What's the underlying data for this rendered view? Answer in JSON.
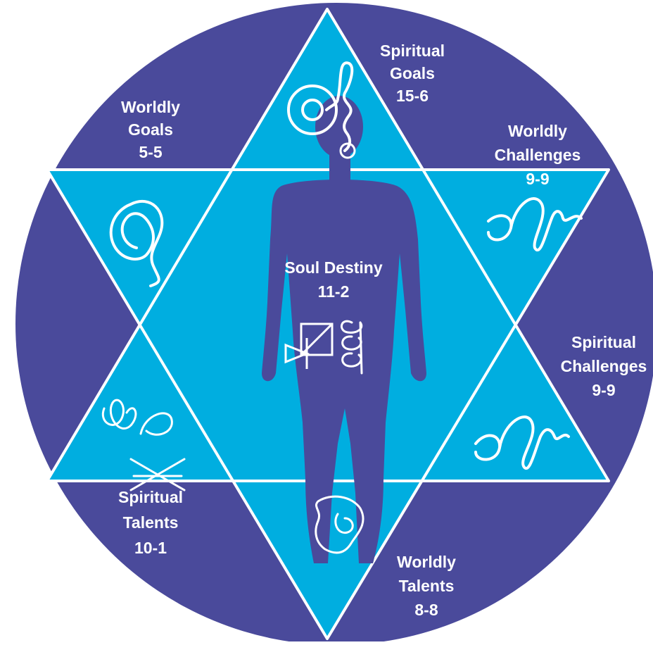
{
  "colors": {
    "circle": "#4a4a9b",
    "star": "#00aee0",
    "figure": "#4a4a9b",
    "outline": "#ffffff",
    "label": "#ffffff"
  },
  "center": {
    "title": "Soul Destiny",
    "value": "11-2"
  },
  "sections": [
    {
      "id": "spiritual-goals",
      "line1": "Spiritual",
      "line2": "Goals",
      "value": "15-6",
      "glyph": "target-and-spiral-glyph"
    },
    {
      "id": "worldly-goals",
      "line1": "Worldly",
      "line2": "Goals",
      "value": "5-5",
      "glyph": "ear-shaped-glyph"
    },
    {
      "id": "worldly-challenges",
      "line1": "Worldly",
      "line2": "Challenges",
      "value": "9-9",
      "glyph": "wave-glyph"
    },
    {
      "id": "spiritual-challenges",
      "line1": "Spiritual",
      "line2": "Challenges",
      "value": "9-9",
      "glyph": "wave-glyph"
    },
    {
      "id": "spiritual-talents",
      "line1": "Spiritual",
      "line2": "Talents",
      "value": "10-1",
      "glyph": "loops-and-crossed-arrows-glyph"
    },
    {
      "id": "worldly-talents",
      "line1": "Worldly",
      "line2": "Talents",
      "value": "8-8",
      "glyph": "knot-glyph"
    }
  ]
}
